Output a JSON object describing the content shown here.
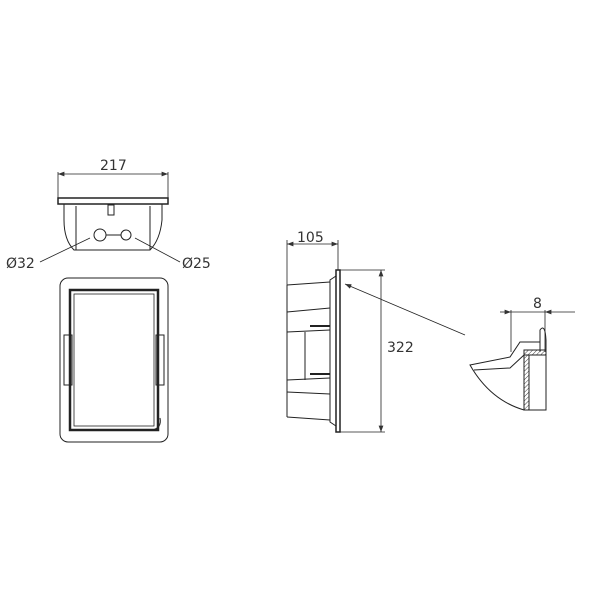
{
  "diagram": {
    "top_view": {
      "width_label": "217",
      "hole_large_label": "Ø32",
      "hole_small_label": "Ø25"
    },
    "side_view": {
      "depth_label": "105",
      "height_label": "322"
    },
    "detail_view": {
      "thickness_label": "8"
    },
    "colors": {
      "line": "#222222",
      "dim": "#333333",
      "background": "#ffffff"
    }
  }
}
